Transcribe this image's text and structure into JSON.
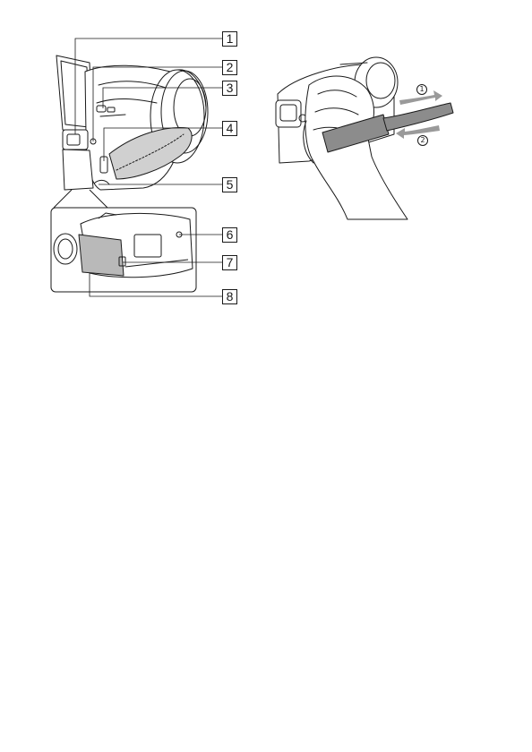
{
  "callouts": [
    {
      "label": "1"
    },
    {
      "label": "2"
    },
    {
      "label": "3"
    },
    {
      "label": "4"
    },
    {
      "label": "5"
    },
    {
      "label": "6"
    },
    {
      "label": "7"
    },
    {
      "label": "8"
    }
  ],
  "steps": [
    {
      "label": "1"
    },
    {
      "label": "2"
    }
  ],
  "colors": {
    "line": "#1a1a1a",
    "strap_gray": "#8c8c8c",
    "battery_gray": "#b9b9b9",
    "arrow_gray": "#9a9a9a"
  }
}
